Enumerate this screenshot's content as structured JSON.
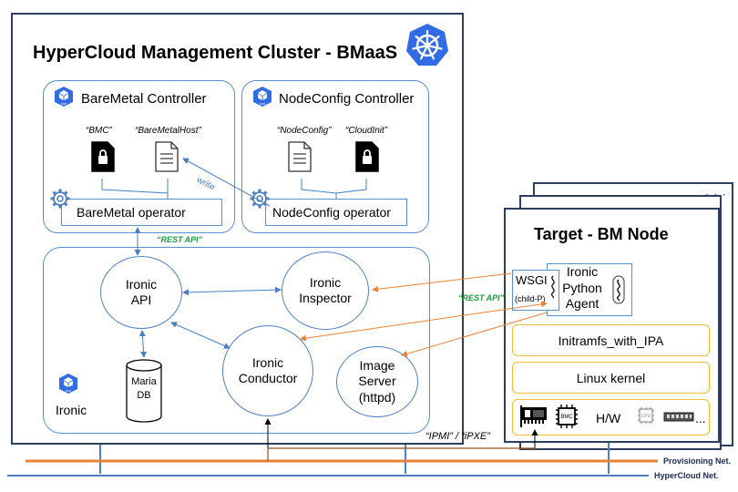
{
  "cluster": {
    "title": "HyperCloud Management Cluster - BMaaS",
    "logo_icon": "kubernetes-wheel-icon",
    "baremetal_controller": {
      "title": "BareMetal Controller",
      "pod_icon": "pod-icon",
      "pod_label": "pod",
      "docs": [
        {
          "label": "“BMC”",
          "icon": "locked-document-icon"
        },
        {
          "label": "“BareMetalHost”",
          "icon": "document-icon"
        }
      ],
      "operator_label": "BareMetal operator",
      "operator_icon": "gear-icon"
    },
    "nodeconfig_controller": {
      "title": "NodeConfig Controller",
      "pod_icon": "pod-icon",
      "pod_label": "pod",
      "docs": [
        {
          "label": "“NodeConfig”",
          "icon": "document-icon"
        },
        {
          "label": "“CloudInit”",
          "icon": "locked-document-icon"
        }
      ],
      "operator_label": "NodeConfig operator",
      "operator_icon": "gear-icon"
    },
    "write_label": "write",
    "rest_api_label_1": "“REST API”",
    "ironic": {
      "title": "Ironic",
      "pod_label": "pod",
      "api": "Ironic\nAPI",
      "inspector": "Ironic\nInspector",
      "conductor": "Ironic\nConductor",
      "image_server": "Image\nServer\n(httpd)",
      "db": "Maria\nDB",
      "ipmi_label": "“IPMI” / “iPXE”"
    }
  },
  "target": {
    "title": "Target - BM Node",
    "dots": "· · ·",
    "wsgi_title": "WSGI",
    "wsgi_sub": "(child-P)",
    "ipa_label": "Ironic\nPython\nAgent",
    "initramfs": "Initramfs_with_IPA",
    "kernel": "Linux kernel",
    "hw_label": "H/W",
    "bmc_chip": "BMC",
    "cpu_chip": "CPU",
    "hw_more": "..."
  },
  "rest_api_label_2": "“REST API”",
  "networks": {
    "provisioning": "Provisioning Net.",
    "hypercloud": "HyperCloud Net."
  },
  "colors": {
    "frame": "#2c3f5c",
    "blue_border": "#5b8fc9",
    "provisioning_net": "#e8823a",
    "hypercloud_net": "#4a7fc0",
    "rest_api_green": "#1a9a3a",
    "yellow_border": "#f0c02c",
    "k8s_blue": "#326ce5"
  }
}
